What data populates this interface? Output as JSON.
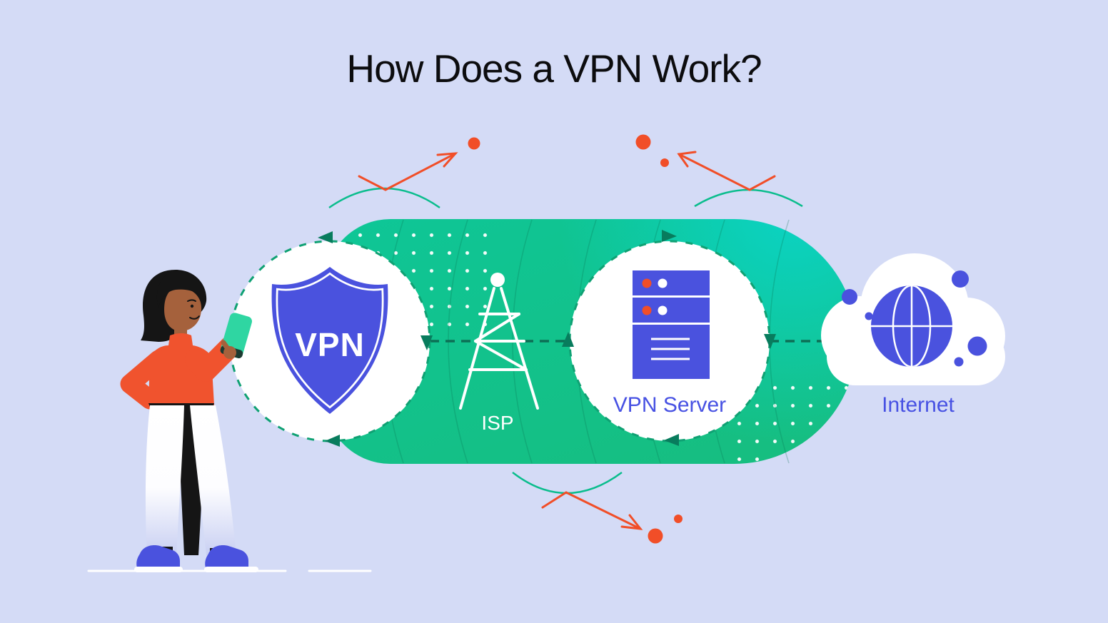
{
  "title": "How Does a VPN Work?",
  "nodes": {
    "vpn_shield": {
      "label": "VPN",
      "icon": "shield-icon"
    },
    "isp": {
      "label": "ISP",
      "icon": "radio-tower-icon"
    },
    "vpn_server": {
      "label": "VPN Server",
      "icon": "server-icon"
    },
    "internet": {
      "label": "Internet",
      "icon": "globe-cloud-icon"
    }
  },
  "decor": {
    "person": "person-with-phone-illustration",
    "tunnel": "encrypted-tunnel-capsule",
    "threats": "deflected-threat-arrows"
  },
  "colors": {
    "background": "#D4DBF6",
    "tunnel_green": "#17BD7E",
    "tunnel_cyan": "#09CEBB",
    "indigo": "#4A52DE",
    "label_blue": "#4751E3",
    "threat_orange": "#F14E28",
    "dash_teal": "#0FA173",
    "title_text": "#0C0C0E"
  }
}
